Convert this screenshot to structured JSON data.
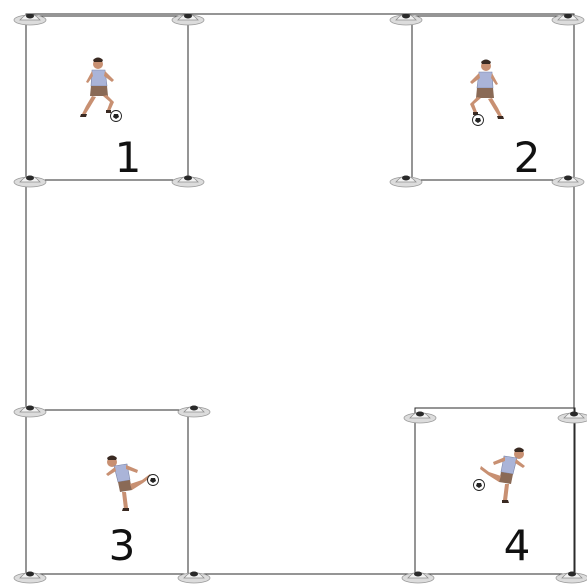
{
  "diagram": {
    "zones": [
      {
        "number": "1"
      },
      {
        "number": "2"
      },
      {
        "number": "3"
      },
      {
        "number": "4"
      }
    ],
    "colors": {
      "line": "#2b2b2b",
      "cone": "#e9e9e9",
      "shirt": "#aab4d8",
      "shorts": "#8a6a56",
      "skin": "#c89072"
    },
    "icons": {
      "player": "soccer-player-icon",
      "ball": "soccer-ball-icon",
      "cone": "marker-cone-icon"
    }
  }
}
